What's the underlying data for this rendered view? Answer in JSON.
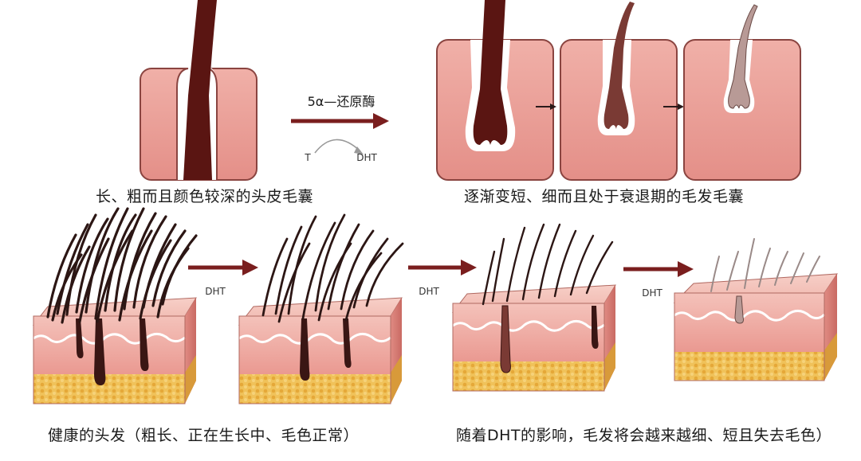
{
  "top": {
    "arrow_label": "5α—还原酶",
    "conversion_from": "T",
    "conversion_to": "DHT",
    "caption_left": "长、粗而且颜色较深的头皮毛囊",
    "caption_right": "逐渐变短、细而且处于衰退期的毛发毛囊"
  },
  "bottom": {
    "arrow_labels": [
      "DHT",
      "DHT",
      "DHT"
    ],
    "caption_left": "健康的头发（粗长、正在生长中、毛色正常）",
    "caption_right": "随着DHT的影响，毛发将会越来越细、短且失去毛色）"
  },
  "colors": {
    "skin": "#e9a39c",
    "skin_light": "#f2bdb4",
    "skin_side": "#d9807a",
    "outline": "#7a3b38",
    "hair": "#3a1a16",
    "hair_thick": "#5a1a16",
    "fat": "#e8b040",
    "arrow": "#7a1e1e"
  }
}
